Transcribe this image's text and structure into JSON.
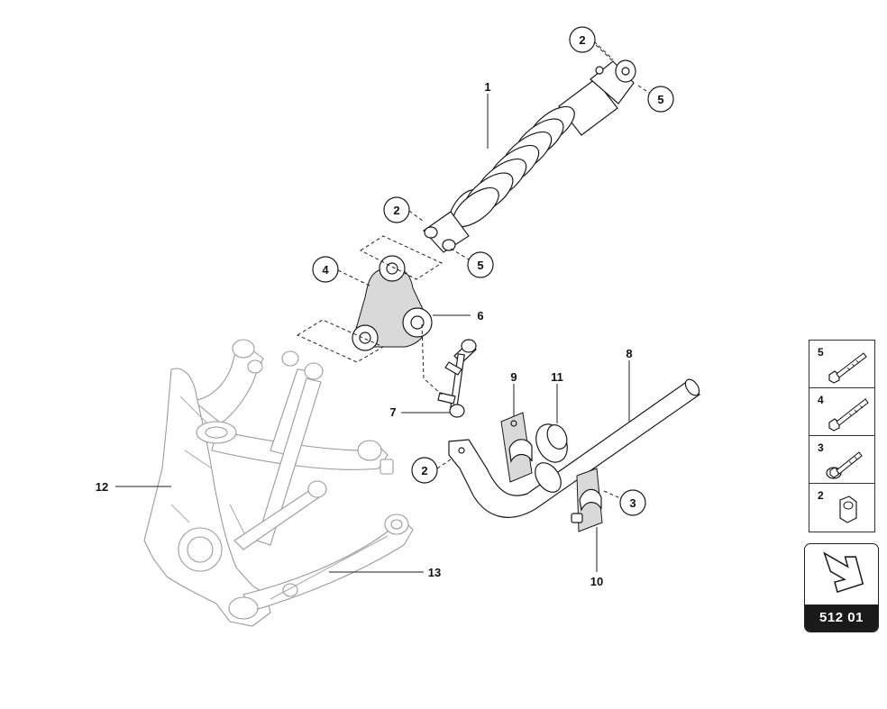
{
  "callouts": {
    "c2a": "2",
    "c5a": "5",
    "c2b": "2",
    "c5b": "5",
    "c4": "4",
    "c2c": "2",
    "c3": "3"
  },
  "parts": {
    "p1": "1",
    "p6": "6",
    "p7": "7",
    "p8": "8",
    "p9": "9",
    "p10": "10",
    "p11": "11",
    "p12": "12",
    "p13": "13"
  },
  "legend": [
    {
      "number": "5",
      "icon": "bolt-icon"
    },
    {
      "number": "4",
      "icon": "bolt-icon"
    },
    {
      "number": "3",
      "icon": "bolt-with-washer-icon"
    },
    {
      "number": "2",
      "icon": "hex-nut-icon"
    }
  ],
  "reference": {
    "label": "512 01",
    "icon": "arrow-icon"
  },
  "colors": {
    "ink": "#1a1a1a",
    "ghost": "#9a9a9a",
    "tag_bg": "#1a1a1a"
  }
}
